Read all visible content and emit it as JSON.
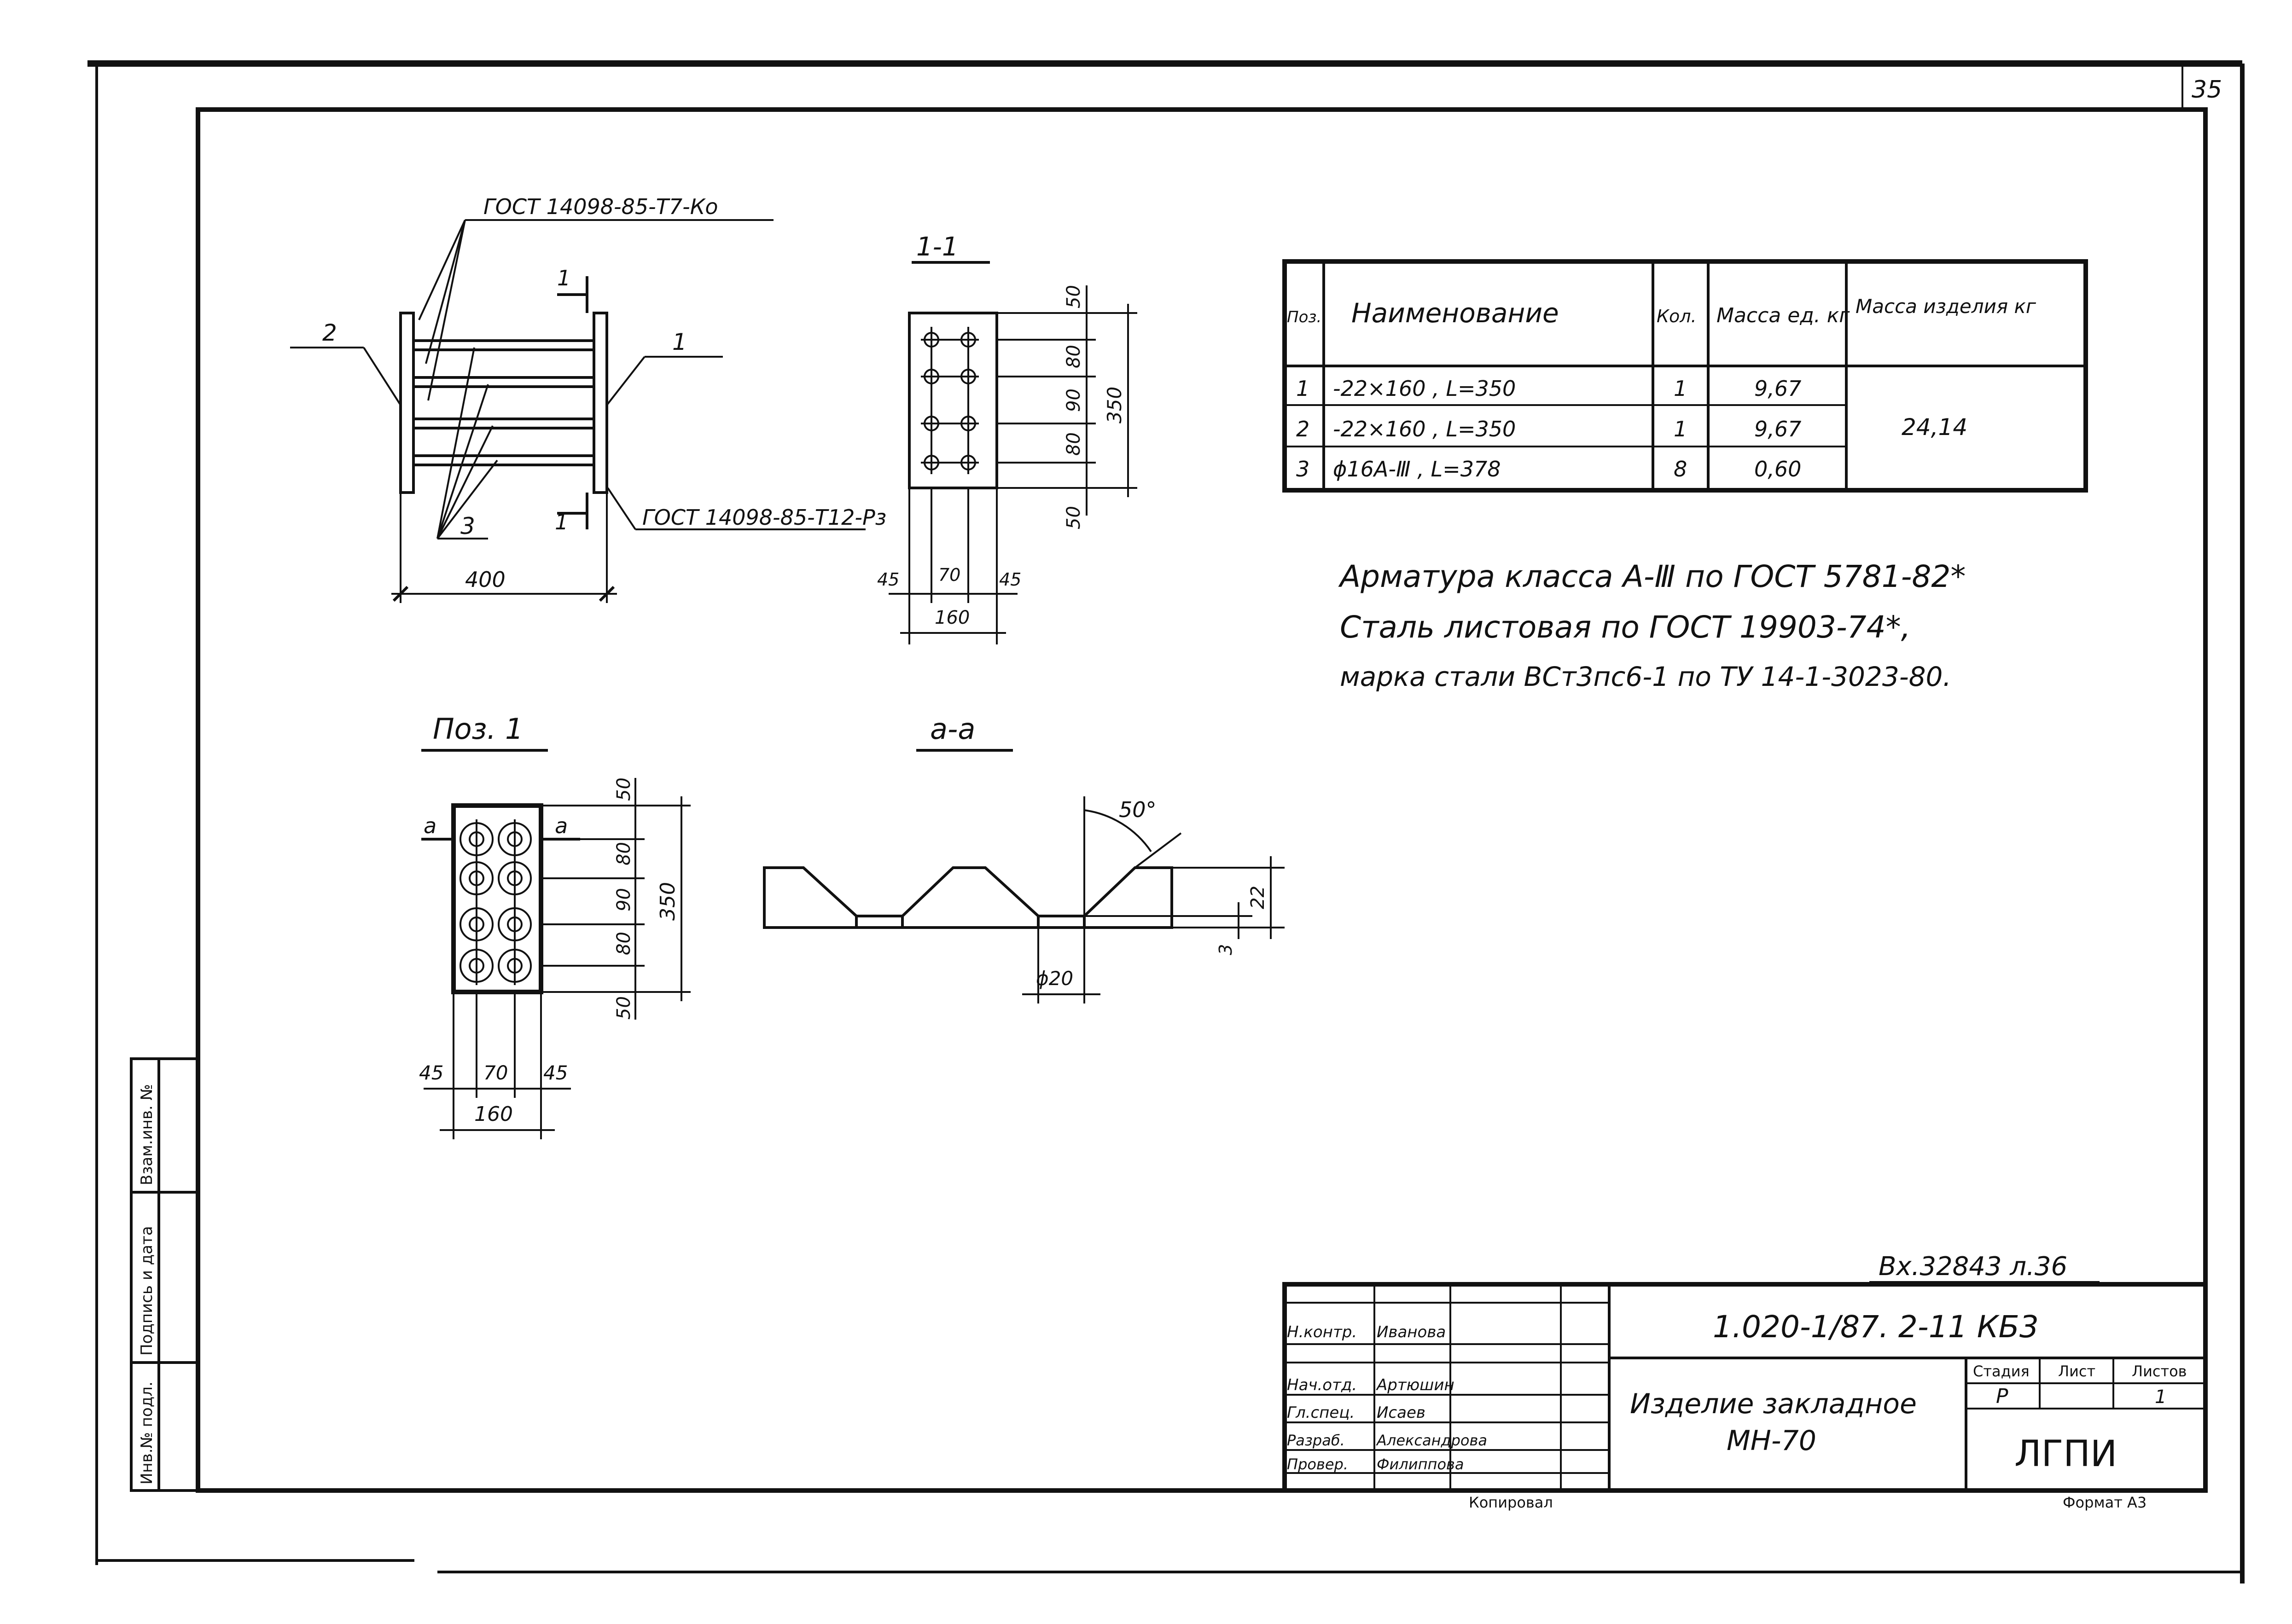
{
  "page_number": "35",
  "side_strip": [
    "Инв.№ подл.",
    "Подпись и дата",
    "Взам.инв. №"
  ],
  "view_main": {
    "weld_top": "ГОСТ 14098-85-Т7-Ко",
    "weld_bottom": "ГОСТ 14098-85-Т12-Рз",
    "pos_left": "2",
    "pos_right": "1",
    "pos_bars": "3",
    "cut_mark_top": "1",
    "cut_mark_bottom": "1",
    "dim_width": "400"
  },
  "view_section_1": {
    "title": "1-1",
    "dims_v": [
      "50",
      "80",
      "90",
      "80",
      "50"
    ],
    "dim_total": "350",
    "dims_h": [
      "45",
      "70",
      "45"
    ],
    "dim_width": "160"
  },
  "view_pos1": {
    "title": "Поз. 1",
    "cut_a_left": "а",
    "cut_a_right": "а",
    "dims_v": [
      "50",
      "80",
      "90",
      "80",
      "50"
    ],
    "dim_total": "350",
    "dims_h": [
      "45",
      "70",
      "45"
    ],
    "dim_width": "160"
  },
  "view_section_a": {
    "title": "а-а",
    "angle": "50°",
    "thickness": "22",
    "gap": "3",
    "hole": "ϕ20"
  },
  "spec_table": {
    "headers": [
      "Поз.",
      "Наименование",
      "Кол.",
      "Масса ед. кг",
      "Масса изделия кг"
    ],
    "rows": [
      [
        "1",
        "-22×160 , L=350",
        "1",
        "9,67"
      ],
      [
        "2",
        "-22×160 , L=350",
        "1",
        "9,67"
      ],
      [
        "3",
        "ϕ16А-Ⅲ , L=378",
        "8",
        "0,60"
      ]
    ],
    "total_mass": "24,14"
  },
  "notes": [
    "Арматура класса А-Ⅲ по ГОСТ 5781-82*",
    "Сталь листовая по ГОСТ 19903-74*,",
    "марка стали ВСт3пс6-1 по ТУ 14-1-3023-80."
  ],
  "stamp_note": "Вх.32843 л.36",
  "title_block": {
    "doc_code": "1.020-1/87. 2-11 КБ3",
    "title_line1": "Изделие закладное",
    "title_line2": "МН-70",
    "org": "ЛГПИ",
    "stage_label": "Стадия",
    "sheet_label": "Лист",
    "sheets_label": "Листов",
    "stage_value": "Р",
    "sheets_value": "1",
    "roles": [
      {
        "role": "Н.контр.",
        "name": "Иванова"
      },
      {
        "role": "Нач.отд.",
        "name": "Артюшин"
      },
      {
        "role": "Гл.спец.",
        "name": "Исаев"
      },
      {
        "role": "Разраб.",
        "name": "Александрова"
      },
      {
        "role": "Провер.",
        "name": "Филиппова"
      }
    ],
    "copied": "Копировал",
    "format": "Формат А3"
  }
}
